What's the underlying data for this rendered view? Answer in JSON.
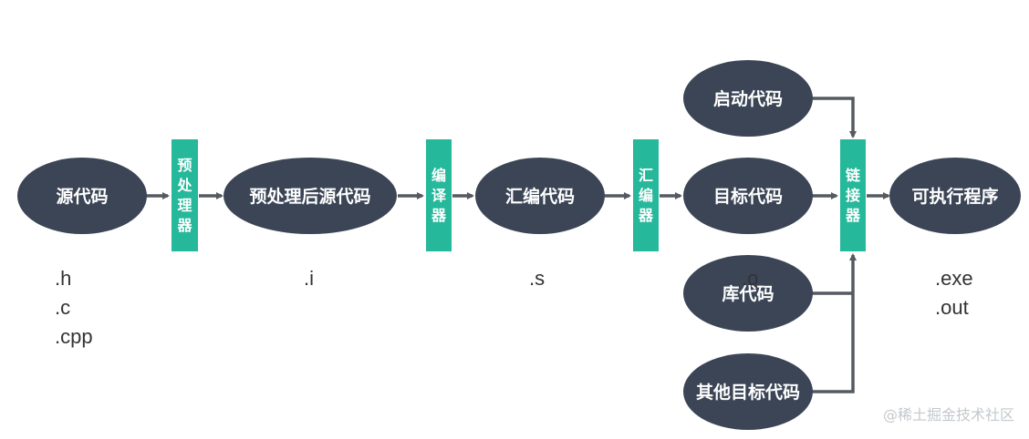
{
  "nodes": {
    "source": "源代码",
    "preprocessed": "预处理后源代码",
    "assembly": "汇编代码",
    "startup": "启动代码",
    "object": "目标代码",
    "library": "库代码",
    "other_objects": "其他目标代码",
    "executable": "可执行程序"
  },
  "tools": {
    "preprocessor": [
      "预",
      "处",
      "理",
      "器"
    ],
    "compiler": [
      "编",
      "译",
      "器"
    ],
    "assembler": [
      "汇",
      "编",
      "器"
    ],
    "linker": [
      "链",
      "接",
      "器"
    ]
  },
  "extensions": {
    "source": [
      ".h",
      ".c",
      ".cpp"
    ],
    "preprocessed": [
      ".i"
    ],
    "assembly": [
      ".s"
    ],
    "object": [
      ".o"
    ],
    "executable": [
      ".exe",
      ".out"
    ]
  },
  "watermark": "@稀土掘金技术社区",
  "colors": {
    "node": "#3b4556",
    "tool": "#26b89a",
    "edge": "#555a61"
  }
}
